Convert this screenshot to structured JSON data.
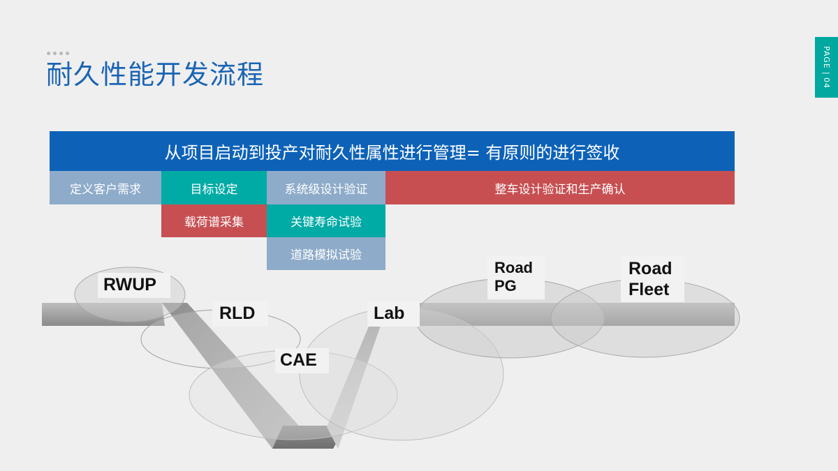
{
  "slide": {
    "title": "耐久性能开发流程",
    "page_label": "PAGE",
    "page_number": "04"
  },
  "banner": "从项目启动到投产对耐久性属性进行管理= 有原则的进行签收",
  "row1": {
    "customer": "定义客户需求",
    "target": "目标设定",
    "system": "系统级设计验证",
    "vehicle": "整车设计验证和生产确认"
  },
  "row2": {
    "load": "载荷谱采集",
    "key_life": "关键寿命试验"
  },
  "row3": {
    "road_sim": "道路模拟试验"
  },
  "v_labels": {
    "rwup": "RWUP",
    "rld": "RLD",
    "cae": "CAE",
    "lab": "Lab",
    "road_pg_line1": "Road",
    "road_pg_line2": "PG",
    "road_fleet_line1": "Road",
    "road_fleet_line2": "Fleet"
  },
  "colors": {
    "title": "#1a64b4",
    "banner": "#0d62b8",
    "teal": "#00aaa5",
    "red": "#c74f52",
    "light_blue": "#8eabc9"
  }
}
